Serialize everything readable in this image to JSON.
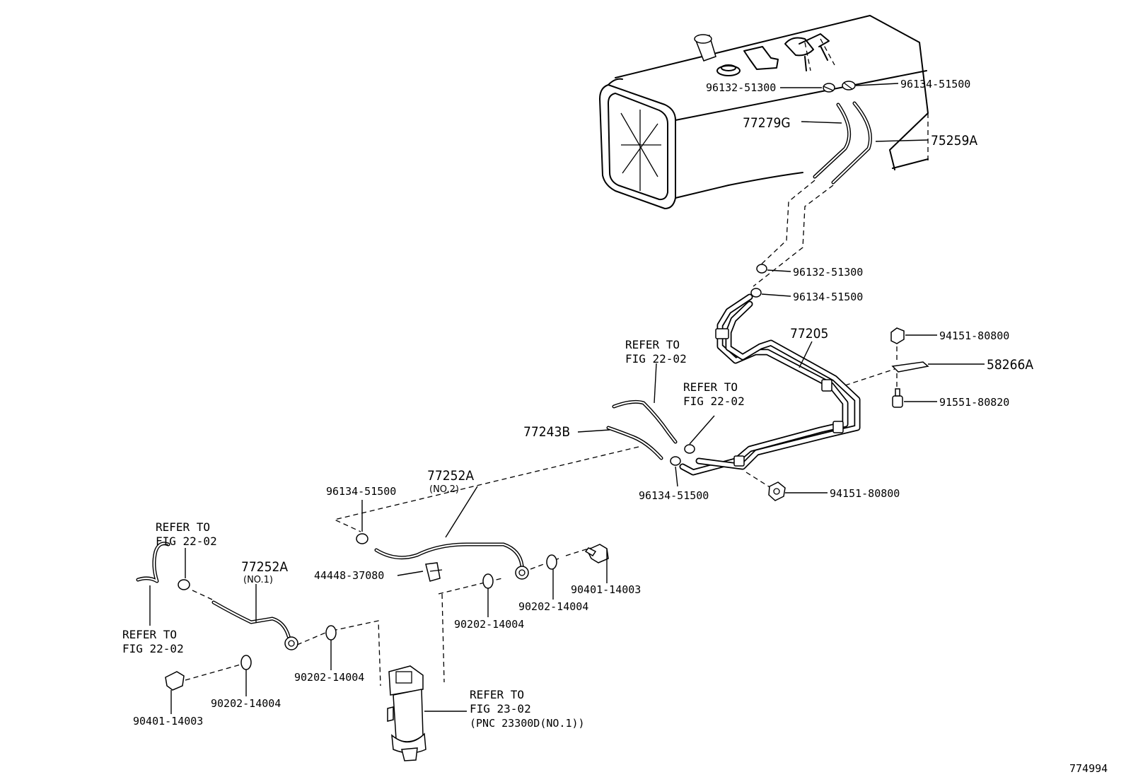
{
  "diagram": {
    "figure_number": "774994",
    "labels": {
      "l_96132_top": "96132-51300",
      "l_96134_top": "96134-51500",
      "l_77279G": "77279G",
      "l_75259A": "75259A",
      "l_96132_mid": "96132-51300",
      "l_96134_mid": "96134-51500",
      "l_77205": "77205",
      "l_94151_a": "94151-80800",
      "l_58266A": "58266A",
      "l_91551": "91551-80820",
      "l_94151_b": "94151-80800",
      "l_96134_lower": "96134-51500",
      "l_77243B": "77243B",
      "l_77252A_no2": "77252A",
      "l_no2": "(NO.2)",
      "l_96134_left": "96134-51500",
      "l_44448": "44448-37080",
      "l_90401_right": "90401-14003",
      "l_90202_r2": "90202-14004",
      "l_90202_r1": "90202-14004",
      "l_77252A_no1": "77252A",
      "l_no1": "(NO.1)",
      "l_90202_l2": "90202-14004",
      "l_90202_l1": "90202-14004",
      "l_90401_left": "90401-14003"
    },
    "refers": {
      "r1_a": "REFER TO",
      "r1_b": "FIG 22-02",
      "r2_a": "REFER TO",
      "r2_b": "FIG 22-02",
      "r3_a": "REFER TO",
      "r3_b": "FIG 22-02",
      "r4_a": "REFER TO",
      "r4_b": "FIG 22-02",
      "r5_a": "REFER TO",
      "r5_b": "FIG 23-02",
      "r5_c": "(PNC 23300D(NO.1))"
    }
  }
}
